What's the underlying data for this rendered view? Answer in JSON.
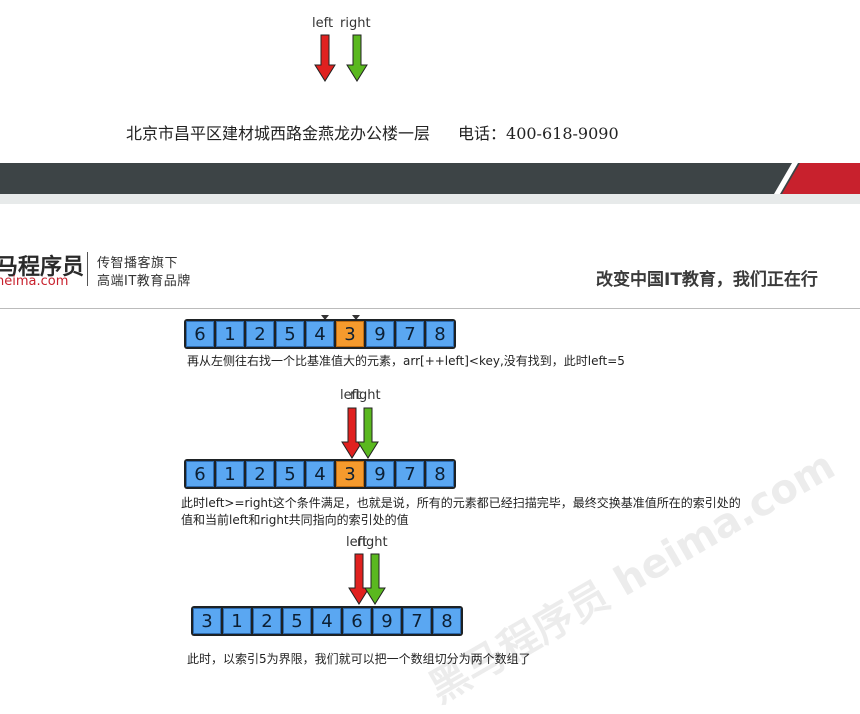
{
  "top": {
    "pointers": {
      "left": "left",
      "right": "right"
    },
    "address": "北京市昌平区建材城西路金燕龙办公楼一层",
    "phone": "电话：400-618-9090"
  },
  "header": {
    "logo_text": "马程序员",
    "logo_url": "heima.com",
    "tagline_line1": "传智播客旗下",
    "tagline_line2": "高端IT教育品牌",
    "slogan": "改变中国IT教育，我们正在行"
  },
  "steps": [
    {
      "array": [
        "6",
        "1",
        "2",
        "5",
        "4",
        "3",
        "9",
        "7",
        "8"
      ],
      "highlight": 5,
      "caption": "再从左侧往右找一个比基准值大的元素，arr[++left]<key,没有找到，此时left=5"
    },
    {
      "pointers": {
        "left": "left",
        "right": "right"
      },
      "array": [
        "6",
        "1",
        "2",
        "5",
        "4",
        "3",
        "9",
        "7",
        "8"
      ],
      "highlight": 5,
      "caption_line1": "此时left>=right这个条件满足，也就是说，所有的元素都已经扫描完毕，最终交换基准值所在的索引处的",
      "caption_line2": "值和当前left和right共同指向的索引处的值"
    },
    {
      "pointers": {
        "left": "left",
        "right": "right"
      },
      "array": [
        "3",
        "1",
        "2",
        "5",
        "4",
        "6",
        "9",
        "7",
        "8"
      ],
      "highlight": -1,
      "caption": "此时，以索引5为界限，我们就可以把一个数组切分为两个数组了"
    }
  ],
  "watermark": "黑马程序员 heima.com",
  "colors": {
    "left_arrow": "#e0211f",
    "right_arrow": "#5ab81f",
    "cell": "#5aa7f2",
    "cell_highlight": "#f59a2d",
    "band_dark": "#3d4446",
    "band_red": "#c8212d"
  }
}
